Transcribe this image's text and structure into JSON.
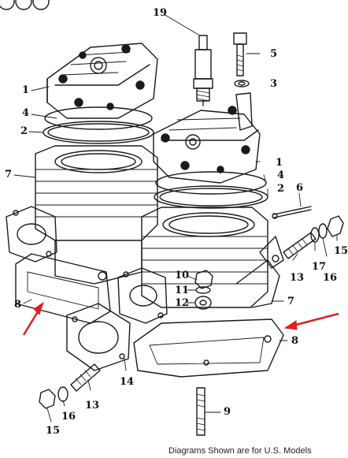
{
  "diagram": {
    "part_labels": {
      "p19": "19",
      "p5": "5",
      "p1_left": "1",
      "p3": "3",
      "p4_left": "4",
      "p2_left": "2",
      "p7_left": "7",
      "p1_right": "1",
      "p4_right": "4",
      "p2_right": "2",
      "p6": "6",
      "p15_right": "15",
      "p17": "17",
      "p16_right": "16",
      "p13_right": "13",
      "p10": "10",
      "p11": "11",
      "p12": "12",
      "p7_right": "7",
      "p8_left": "8",
      "p8_right": "8",
      "p14": "14",
      "p13_left": "13",
      "p16_left": "16",
      "p15_left": "15",
      "p9": "9"
    },
    "caption": "Diagrams Shown are for U.S. Models",
    "arrow_color": "#e02020",
    "line_color": "#1a1a1a"
  }
}
